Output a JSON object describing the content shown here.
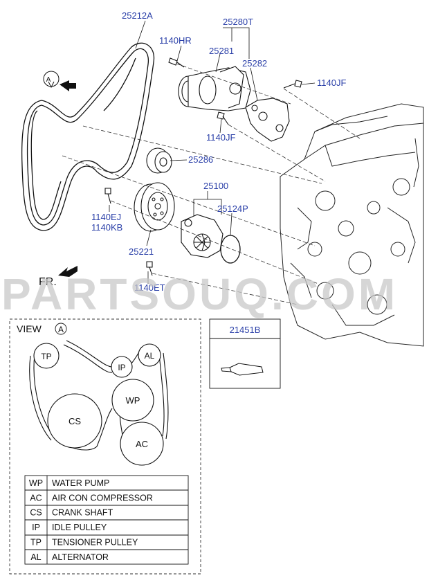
{
  "parts": {
    "belt": "25212A",
    "bolt_hr": "1140HR",
    "tensioner_assy": "25280T",
    "tensioner": "25281",
    "bracket": "25282",
    "bolt_jf_right": "1140JF",
    "bolt_jf_lower": "1140JF",
    "idler": "25286",
    "bolt_ej": "1140EJ",
    "bolt_kb": "1140KB",
    "water_pump_assy": "25100",
    "gasket": "25124P",
    "pulley": "25221",
    "bolt_et": "1140ET",
    "sealant": "21451B"
  },
  "view_marker": "A",
  "front_label": "FR.",
  "watermark": "PARTSOUQ.COM",
  "view": {
    "label": "VIEW",
    "ref": "A",
    "pulleys": {
      "tp": "TP",
      "ip": "IP",
      "al": "AL",
      "wp": "WP",
      "cs": "CS",
      "ac": "AC"
    }
  },
  "legend": [
    {
      "code": "WP",
      "name": "WATER PUMP"
    },
    {
      "code": "AC",
      "name": "AIR CON COMPRESSOR"
    },
    {
      "code": "CS",
      "name": "CRANK SHAFT"
    },
    {
      "code": "IP",
      "name": "IDLE PULLEY"
    },
    {
      "code": "TP",
      "name": "TENSIONER PULLEY"
    },
    {
      "code": "AL",
      "name": "ALTERNATOR"
    }
  ]
}
